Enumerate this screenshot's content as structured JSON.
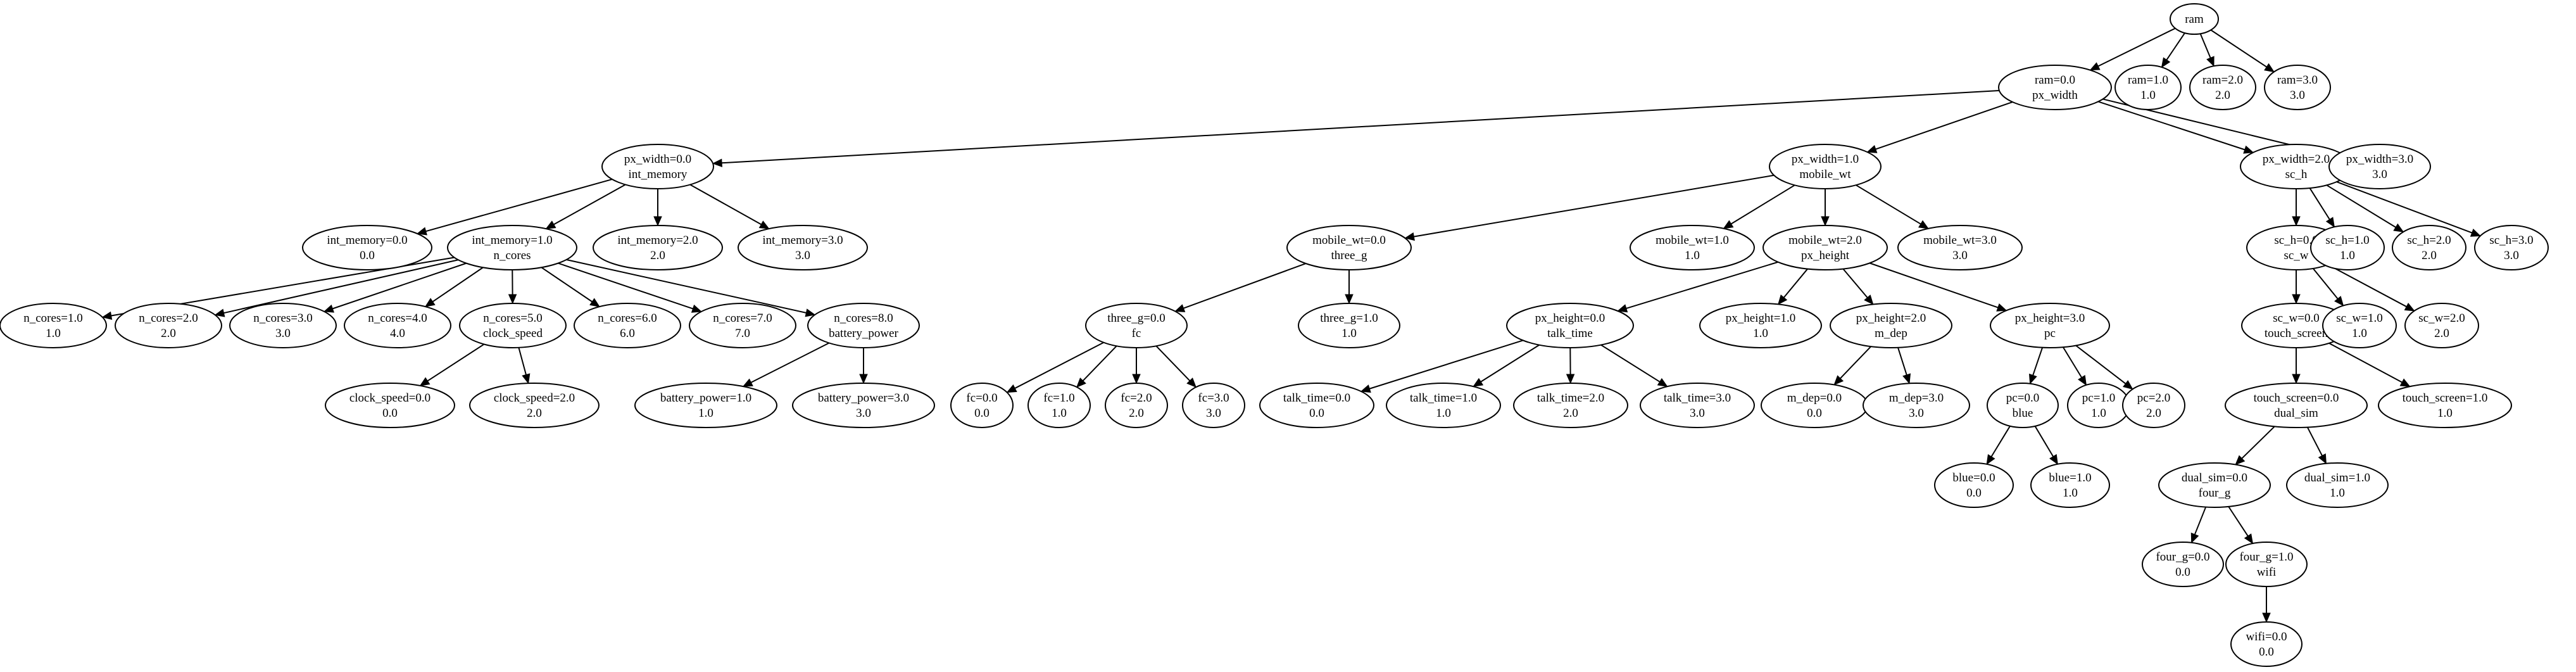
{
  "nodes": {
    "n0": [
      "ram"
    ],
    "n1": [
      "ram=0.0",
      "px_width"
    ],
    "n2": [
      "ram=1.0",
      "1.0"
    ],
    "n3": [
      "ram=2.0",
      "2.0"
    ],
    "n4": [
      "ram=3.0",
      "3.0"
    ],
    "n5": [
      "px_width=0.0",
      "int_memory"
    ],
    "n6": [
      "px_width=1.0",
      "mobile_wt"
    ],
    "n7": [
      "px_width=2.0",
      "sc_h"
    ],
    "n8": [
      "px_width=3.0",
      "3.0"
    ],
    "n9": [
      "int_memory=0.0",
      "0.0"
    ],
    "n10": [
      "int_memory=1.0",
      "n_cores"
    ],
    "n11": [
      "int_memory=2.0",
      "2.0"
    ],
    "n12": [
      "int_memory=3.0",
      "3.0"
    ],
    "n13": [
      "n_cores=1.0",
      "1.0"
    ],
    "n14": [
      "n_cores=2.0",
      "2.0"
    ],
    "n15": [
      "n_cores=3.0",
      "3.0"
    ],
    "n16": [
      "n_cores=4.0",
      "4.0"
    ],
    "n17": [
      "n_cores=5.0",
      "clock_speed"
    ],
    "n18": [
      "n_cores=6.0",
      "6.0"
    ],
    "n19": [
      "n_cores=7.0",
      "7.0"
    ],
    "n20": [
      "n_cores=8.0",
      "battery_power"
    ],
    "n21": [
      "clock_speed=0.0",
      "0.0"
    ],
    "n22": [
      "clock_speed=2.0",
      "2.0"
    ],
    "n23": [
      "battery_power=1.0",
      "1.0"
    ],
    "n24": [
      "battery_power=3.0",
      "3.0"
    ],
    "n25": [
      "mobile_wt=0.0",
      "three_g"
    ],
    "n26": [
      "mobile_wt=1.0",
      "1.0"
    ],
    "n27": [
      "mobile_wt=2.0",
      "px_height"
    ],
    "n28": [
      "mobile_wt=3.0",
      "3.0"
    ],
    "n29": [
      "three_g=0.0",
      "fc"
    ],
    "n30": [
      "three_g=1.0",
      "1.0"
    ],
    "n31": [
      "fc=0.0",
      "0.0"
    ],
    "n32": [
      "fc=1.0",
      "1.0"
    ],
    "n33": [
      "fc=2.0",
      "2.0"
    ],
    "n34": [
      "fc=3.0",
      "3.0"
    ],
    "n35": [
      "px_height=0.0",
      "talk_time"
    ],
    "n36": [
      "px_height=1.0",
      "1.0"
    ],
    "n37": [
      "px_height=2.0",
      "m_dep"
    ],
    "n38": [
      "px_height=3.0",
      "pc"
    ],
    "n39": [
      "talk_time=0.0",
      "0.0"
    ],
    "n40": [
      "talk_time=1.0",
      "1.0"
    ],
    "n41": [
      "talk_time=2.0",
      "2.0"
    ],
    "n42": [
      "talk_time=3.0",
      "3.0"
    ],
    "n43": [
      "m_dep=0.0",
      "0.0"
    ],
    "n44": [
      "m_dep=3.0",
      "3.0"
    ],
    "n45": [
      "pc=0.0",
      "blue"
    ],
    "n46": [
      "pc=1.0",
      "1.0"
    ],
    "n47": [
      "pc=2.0",
      "2.0"
    ],
    "n48": [
      "blue=0.0",
      "0.0"
    ],
    "n49": [
      "blue=1.0",
      "1.0"
    ],
    "n50": [
      "sc_h=0.0",
      "sc_w"
    ],
    "n51": [
      "sc_h=1.0",
      "1.0"
    ],
    "n52": [
      "sc_h=2.0",
      "2.0"
    ],
    "n53": [
      "sc_h=3.0",
      "3.0"
    ],
    "n54": [
      "sc_w=0.0",
      "touch_screen"
    ],
    "n55": [
      "sc_w=1.0",
      "1.0"
    ],
    "n56": [
      "sc_w=2.0",
      "2.0"
    ],
    "n57": [
      "touch_screen=0.0",
      "dual_sim"
    ],
    "n58": [
      "touch_screen=1.0",
      "1.0"
    ],
    "n59": [
      "dual_sim=0.0",
      "four_g"
    ],
    "n60": [
      "dual_sim=1.0",
      "1.0"
    ],
    "n61": [
      "four_g=0.0",
      "0.0"
    ],
    "n62": [
      "four_g=1.0",
      "wifi"
    ],
    "n63": [
      "wifi=0.0",
      "0.0"
    ]
  },
  "edges": [
    [
      "n0",
      "n1"
    ],
    [
      "n0",
      "n2"
    ],
    [
      "n0",
      "n3"
    ],
    [
      "n0",
      "n4"
    ],
    [
      "n1",
      "n5"
    ],
    [
      "n1",
      "n6"
    ],
    [
      "n1",
      "n7"
    ],
    [
      "n1",
      "n8"
    ],
    [
      "n5",
      "n9"
    ],
    [
      "n5",
      "n10"
    ],
    [
      "n5",
      "n11"
    ],
    [
      "n5",
      "n12"
    ],
    [
      "n10",
      "n13"
    ],
    [
      "n10",
      "n14"
    ],
    [
      "n10",
      "n15"
    ],
    [
      "n10",
      "n16"
    ],
    [
      "n10",
      "n17"
    ],
    [
      "n10",
      "n18"
    ],
    [
      "n10",
      "n19"
    ],
    [
      "n10",
      "n20"
    ],
    [
      "n17",
      "n21"
    ],
    [
      "n17",
      "n22"
    ],
    [
      "n20",
      "n23"
    ],
    [
      "n20",
      "n24"
    ],
    [
      "n6",
      "n25"
    ],
    [
      "n6",
      "n26"
    ],
    [
      "n6",
      "n27"
    ],
    [
      "n6",
      "n28"
    ],
    [
      "n25",
      "n29"
    ],
    [
      "n25",
      "n30"
    ],
    [
      "n29",
      "n31"
    ],
    [
      "n29",
      "n32"
    ],
    [
      "n29",
      "n33"
    ],
    [
      "n29",
      "n34"
    ],
    [
      "n27",
      "n35"
    ],
    [
      "n27",
      "n36"
    ],
    [
      "n27",
      "n37"
    ],
    [
      "n27",
      "n38"
    ],
    [
      "n35",
      "n39"
    ],
    [
      "n35",
      "n40"
    ],
    [
      "n35",
      "n41"
    ],
    [
      "n35",
      "n42"
    ],
    [
      "n37",
      "n43"
    ],
    [
      "n37",
      "n44"
    ],
    [
      "n38",
      "n45"
    ],
    [
      "n38",
      "n46"
    ],
    [
      "n38",
      "n47"
    ],
    [
      "n45",
      "n48"
    ],
    [
      "n45",
      "n49"
    ],
    [
      "n7",
      "n50"
    ],
    [
      "n7",
      "n51"
    ],
    [
      "n7",
      "n52"
    ],
    [
      "n7",
      "n53"
    ],
    [
      "n50",
      "n54"
    ],
    [
      "n50",
      "n55"
    ],
    [
      "n50",
      "n56"
    ],
    [
      "n54",
      "n57"
    ],
    [
      "n54",
      "n58"
    ],
    [
      "n57",
      "n59"
    ],
    [
      "n57",
      "n60"
    ],
    [
      "n59",
      "n61"
    ],
    [
      "n59",
      "n62"
    ],
    [
      "n62",
      "n63"
    ]
  ]
}
